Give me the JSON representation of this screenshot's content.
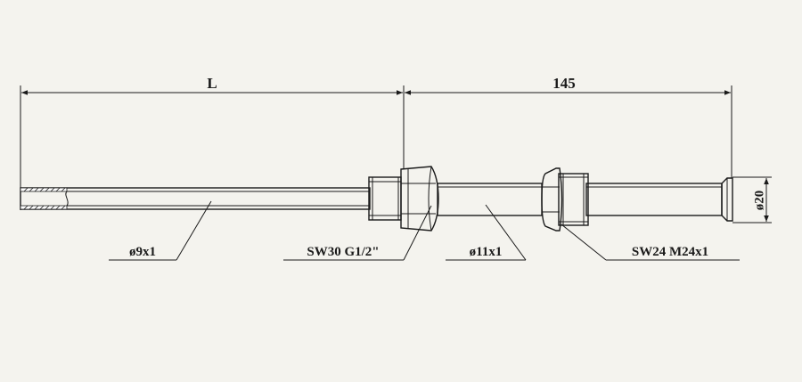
{
  "dimensions": {
    "length_left": "L",
    "length_right": "145",
    "end_diameter": "ø20"
  },
  "callouts": {
    "thin_tube": "ø9x1",
    "hex_fitting": "SW30  G1/2\"",
    "thick_tube": "ø11x1",
    "nut": "SW24  M24x1"
  },
  "colors": {
    "background": "#f4f3ee",
    "line": "#1a1a1a",
    "part_fill": "#ffffff"
  }
}
